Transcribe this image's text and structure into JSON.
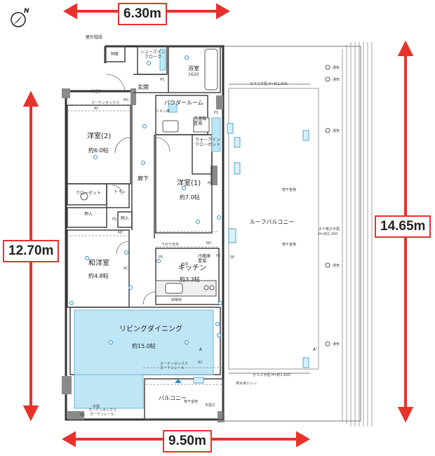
{
  "compass": {
    "letter": "N"
  },
  "dimensions": {
    "top": "6.30m",
    "left": "12.70m",
    "right": "14.65m",
    "bottom": "9.50m"
  },
  "labels": {
    "exterior_stairs": "屋外階段",
    "mb": "MB",
    "shoes_closet_1": "シューズイン",
    "shoes_closet_2": "クローク",
    "entrance": "玄関",
    "bath": "浴室",
    "bath_size": "1620",
    "powder_room": "パウダールーム",
    "washer": "洗濯機",
    "washer_2": "置場",
    "walkin_1": "ウォークイン",
    "walkin_2": "クローゼット",
    "western2": "洋室(2)",
    "western2_size": "約6.0帖",
    "western1": "洋室(1)",
    "western1_size": "約7.0帖",
    "hallway": "廊下",
    "closet": "クローゼット",
    "toilet": "トイレ",
    "oshiire": "押入",
    "storage": "物入",
    "japanese": "和洋室",
    "japanese_size": "約4.8帖",
    "kitchen": "キッチン",
    "kitchen_size": "約3.3帖",
    "fridge_1": "冷蔵庫",
    "fridge_2": "置場",
    "living": "リビングダイニング",
    "living_size": "約15.0帖",
    "roof_balcony": "ルーフバルコニー",
    "balcony": "バルコニー",
    "glass_rail_top": "ガラス手摺 H=約1,600",
    "glass_rail_bottom": "ガラス手摺 H=約1,600",
    "rail_right": "タテ格子手摺",
    "rail_right_2": "H=約1,300",
    "hardware_1": "物干金物",
    "hardware_2": "物干金物",
    "vent": "通気",
    "ps": "PS",
    "mc": "MC",
    "sk": "SK",
    "ac": "AC",
    "section_a": "A",
    "section_a2": "A'",
    "curtain_box": "カーテンボックス",
    "curtain_rail": "カーテンレール",
    "handrail": "手摺",
    "shoe_rack": "下駄箱",
    "lower_ceiling": "下がり天井",
    "sash_hardware": "物干金物",
    "drain_trap": "排水用ドレン",
    "floor_heating": "床暖房",
    "window_top": "手摺子",
    "linen": "リネン庫",
    "tap": "給湯"
  }
}
